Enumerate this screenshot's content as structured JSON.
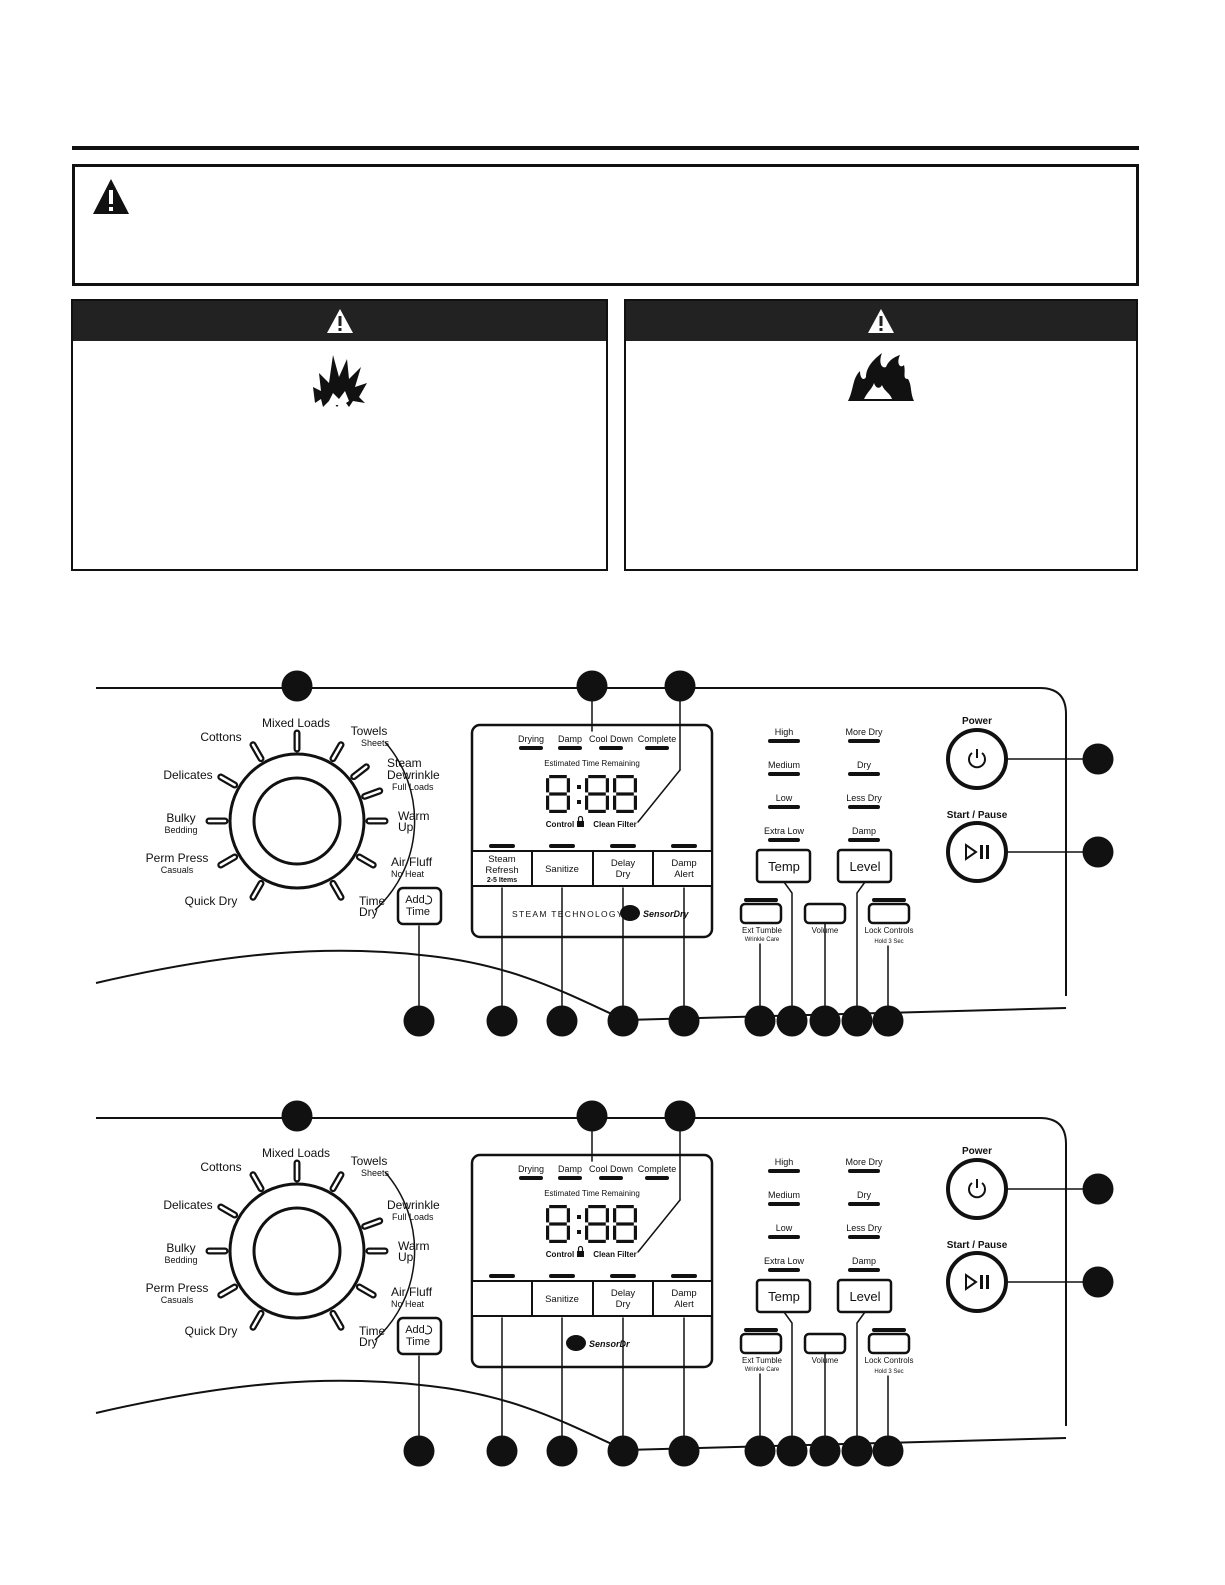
{
  "panels": [
    {
      "id": "panel-1",
      "cycles": [
        {
          "label": "Cottons",
          "sub": ""
        },
        {
          "label": "Mixed Loads",
          "sub": ""
        },
        {
          "label": "Towels",
          "sub": "Sheets"
        },
        {
          "label": "Steam",
          "sub": ""
        },
        {
          "label": "Dewrinkle",
          "sub": "Full Loads"
        },
        {
          "label": "Warm",
          "sub": "Up"
        },
        {
          "label": "Air Fluff",
          "sub": "No Heat"
        },
        {
          "label": "Time",
          "sub": "Dry"
        },
        {
          "label": "Quick Dry",
          "sub": ""
        },
        {
          "label": "Perm Press",
          "sub": "Casuals"
        },
        {
          "label": "Bulky",
          "sub": "Bedding"
        },
        {
          "label": "Delicates",
          "sub": ""
        }
      ],
      "add_time": {
        "line1": "Add",
        "line2": "Time"
      },
      "status_lights": [
        "Drying",
        "Damp",
        "Cool Down",
        "Complete"
      ],
      "estimated_label": "Estimated Time Remaining",
      "display_digits": "8:88",
      "control_lock_label": "Control",
      "clean_filter_label": "Clean Filter",
      "option_buttons": [
        {
          "line1": "Steam",
          "line2": "Refresh",
          "line3": "2-5 Items"
        },
        {
          "line1": "Sanitize",
          "line2": "",
          "line3": ""
        },
        {
          "line1": "Delay",
          "line2": "Dry",
          "line3": ""
        },
        {
          "line1": "Damp",
          "line2": "Alert",
          "line3": ""
        }
      ],
      "branding": "STEAM TECHNOLOGY ·",
      "sensor_logo": "SensorDry",
      "temp_levels": [
        "High",
        "Medium",
        "Low",
        "Extra Low"
      ],
      "temp_button": "Temp",
      "dry_levels": [
        "More Dry",
        "Dry",
        "Less Dry",
        "Damp"
      ],
      "level_button": "Level",
      "ext_tumble": {
        "line1": "Ext Tumble",
        "line2": "Wrinkle Care"
      },
      "volume": "Volume",
      "lock_controls": {
        "line1": "Lock Controls",
        "line2": "Hold 3 Sec"
      },
      "power_label": "Power",
      "start_pause_label": "Start / Pause"
    },
    {
      "id": "panel-2",
      "cycles": [
        {
          "label": "Cottons",
          "sub": ""
        },
        {
          "label": "Mixed Loads",
          "sub": ""
        },
        {
          "label": "Towels",
          "sub": "Sheets"
        },
        {
          "label": "",
          "sub": ""
        },
        {
          "label": "Dewrinkle",
          "sub": "Full Loads"
        },
        {
          "label": "Warm",
          "sub": "Up"
        },
        {
          "label": "Air Fluff",
          "sub": "No Heat"
        },
        {
          "label": "Time",
          "sub": "Dry"
        },
        {
          "label": "Quick Dry",
          "sub": ""
        },
        {
          "label": "Perm Press",
          "sub": "Casuals"
        },
        {
          "label": "Bulky",
          "sub": "Bedding"
        },
        {
          "label": "Delicates",
          "sub": ""
        }
      ],
      "add_time": {
        "line1": "Add",
        "line2": "Time"
      },
      "status_lights": [
        "Drying",
        "Damp",
        "Cool Down",
        "Complete"
      ],
      "estimated_label": "Estimated Time Remaining",
      "display_digits": "8:88",
      "control_lock_label": "Control",
      "clean_filter_label": "Clean Filter",
      "option_buttons": [
        {
          "line1": "",
          "line2": "",
          "line3": ""
        },
        {
          "line1": "Sanitize",
          "line2": "",
          "line3": ""
        },
        {
          "line1": "Delay",
          "line2": "Dry",
          "line3": ""
        },
        {
          "line1": "Damp",
          "line2": "Alert",
          "line3": ""
        }
      ],
      "branding": "",
      "sensor_logo": "SensorDr",
      "temp_levels": [
        "High",
        "Medium",
        "Low",
        "Extra Low"
      ],
      "temp_button": "Temp",
      "dry_levels": [
        "More Dry",
        "Dry",
        "Less Dry",
        "Damp"
      ],
      "level_button": "Level",
      "ext_tumble": {
        "line1": "Ext Tumble",
        "line2": "Wrinkle Care"
      },
      "volume": "Volume",
      "lock_controls": {
        "line1": "Lock Controls",
        "line2": "Hold 3 Sec"
      },
      "power_label": "Power",
      "start_pause_label": "Start / Pause"
    }
  ]
}
